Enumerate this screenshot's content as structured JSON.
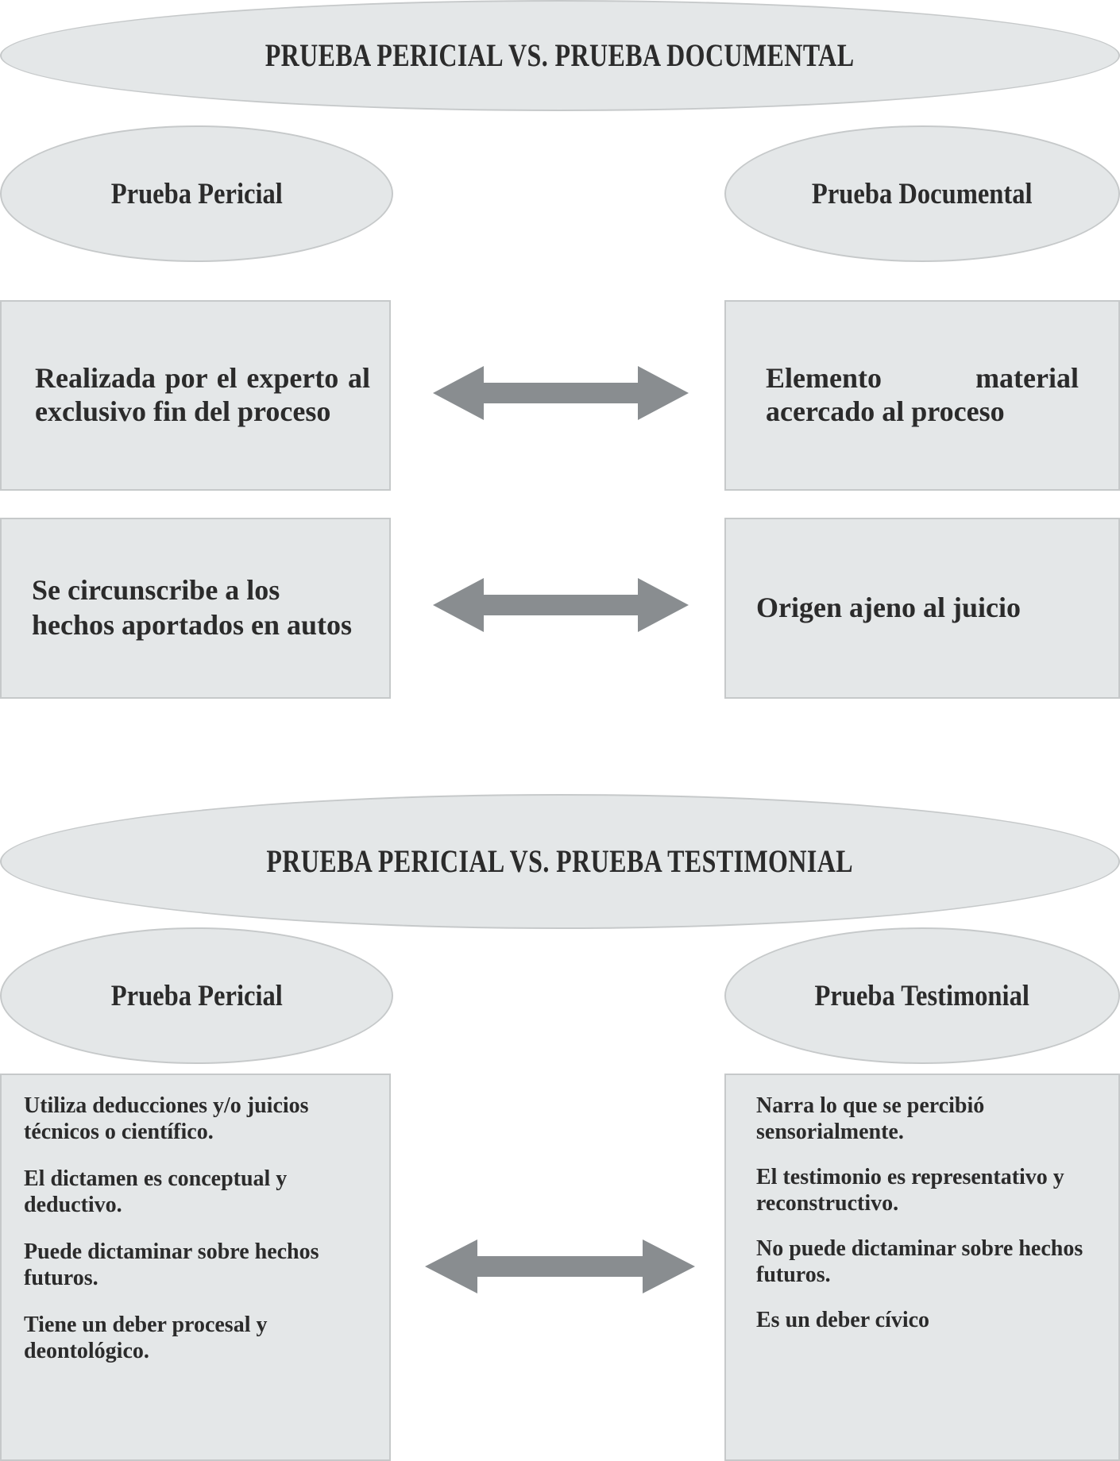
{
  "palette": {
    "shape_fill": "#e4e7e8",
    "shape_border": "#c6c9ca",
    "text": "#2b2b2b",
    "arrow": "#898d90",
    "page_background": "#ffffff"
  },
  "section1": {
    "title": "PRUEBA PERICIAL VS. PRUEBA DOCUMENTAL",
    "left_label": "Prueba Pericial",
    "right_label": "Prueba Documental",
    "rows": [
      {
        "left": "Realizada por el experto al exclusivo fin del proceso",
        "right": "Elemento material acercado al proceso",
        "connector": "double-headed-arrow"
      },
      {
        "left": "Se circunscribe a los hechos aportados en autos",
        "right": "Origen ajeno al juicio",
        "connector": "double-headed-arrow"
      }
    ]
  },
  "section2": {
    "title": "PRUEBA PERICIAL VS. PRUEBA TESTIMONIAL",
    "left_label": "Prueba Pericial",
    "right_label": "Prueba Testimonial",
    "connector": "double-headed-arrow",
    "left_points": [
      "Utiliza deducciones y/o juicios técnicos o científico.",
      "El dictamen es conceptual y deductivo.",
      "Puede dictaminar sobre hechos futuros.",
      "Tiene un deber procesal y deontológico."
    ],
    "right_points": [
      "Narra lo que se percibió sensorialmente.",
      "El testimonio es representativo y reconstructivo.",
      "No puede dictaminar sobre hechos futuros.",
      "Es un deber cívico"
    ]
  }
}
